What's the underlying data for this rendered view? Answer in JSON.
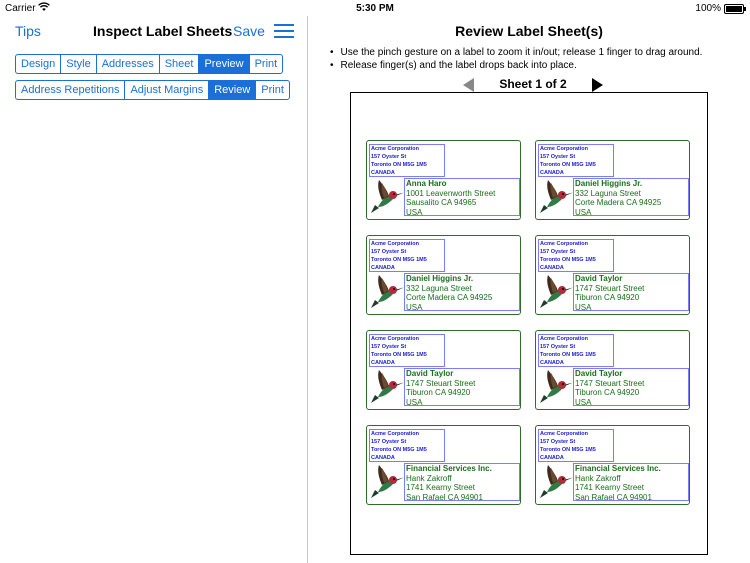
{
  "status": {
    "carrier": "Carrier",
    "time": "5:30 PM",
    "battery": "100%"
  },
  "left": {
    "tips": "Tips",
    "title": "Inspect Label Sheets",
    "save": "Save",
    "seg1": [
      {
        "label": "Design",
        "selected": false
      },
      {
        "label": "Style",
        "selected": false
      },
      {
        "label": "Addresses",
        "selected": false
      },
      {
        "label": "Sheet",
        "selected": false
      },
      {
        "label": "Preview",
        "selected": true
      },
      {
        "label": "Print",
        "selected": false
      }
    ],
    "seg2": [
      {
        "label": "Address Repetitions",
        "selected": false
      },
      {
        "label": "Adjust Margins",
        "selected": false
      },
      {
        "label": "Review",
        "selected": true
      },
      {
        "label": "Print",
        "selected": false
      }
    ]
  },
  "right": {
    "title": "Review Label Sheet(s)",
    "instructions": [
      "Use the pinch gesture on a label to zoom it in/out; release 1 finger to drag around.",
      "Release finger(s) and the label drops back into place."
    ],
    "pager": "Sheet 1 of 2"
  },
  "return_address": [
    "Acme Corporation",
    "157 Oyster St",
    "Toronto ON M5G 1M5",
    "CANADA"
  ],
  "labels": [
    [
      "Anna Haro",
      "1001  Leavenworth Street",
      "Sausalito CA 94965",
      "USA"
    ],
    [
      "Daniel Higgins Jr.",
      "332 Laguna Street",
      "Corte Madera CA 94925",
      "USA"
    ],
    [
      "Daniel Higgins Jr.",
      "332 Laguna Street",
      "Corte Madera CA 94925",
      "USA"
    ],
    [
      "David Taylor",
      "1747 Steuart Street",
      "Tiburon CA 94920",
      "USA"
    ],
    [
      "David Taylor",
      "1747 Steuart Street",
      "Tiburon CA 94920",
      "USA"
    ],
    [
      "David Taylor",
      "1747 Steuart Street",
      "Tiburon CA 94920",
      "USA"
    ],
    [
      "Financial Services Inc.",
      "Hank Zakroff",
      "1741 Kearny Street",
      "San Rafael CA 94901"
    ],
    [
      "Financial Services Inc.",
      "Hank Zakroff",
      "1741 Kearny Street",
      "San Rafael CA 94901"
    ]
  ],
  "colors": {
    "accent": "#1a6fd9",
    "address_text": "#1a6e1a",
    "return_text": "#1b1bd0"
  }
}
